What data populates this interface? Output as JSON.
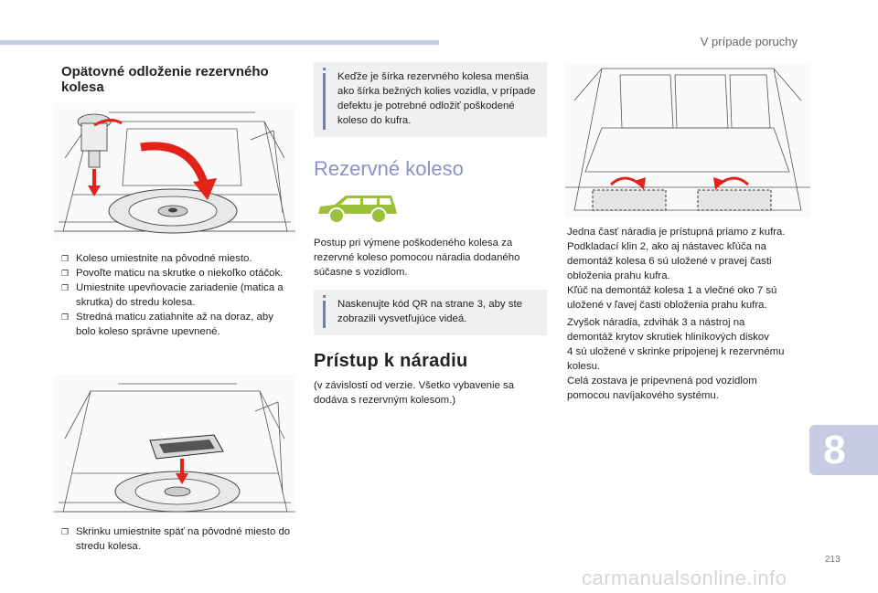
{
  "header": {
    "title": "V prípade poruchy"
  },
  "left": {
    "heading": "Opätovné odloženie rezervného kolesa",
    "bullets1": [
      "Koleso umiestnite na pôvodné miesto.",
      "Povoľte maticu na skrutke o niekoľko otáčok.",
      "Umiestnite upevňovacie zariadenie (matica a skrutka) do stredu kolesa.",
      "Stredná maticu zatiahnite až na doraz, aby bolo koleso správne upevnené."
    ],
    "bullets2": [
      "Skrinku umiestnite späť na pôvodné miesto do stredu kolesa."
    ],
    "bullet_marker": "❒"
  },
  "middle": {
    "note1": "Keďže je šírka rezervného kolesa menšia ako šírka bežných kolies vozidla, v prípade defektu je potrebné odložiť poškodené koleso do kufra.",
    "heading1": "Rezervné koleso",
    "para1": "Postup pri výmene poškodeného kolesa za rezervné koleso pomocou náradia dodaného súčasne s vozidlom.",
    "note2": "Naskenujte kód QR na strane 3, aby ste zobrazili vysvetľujúce videá.",
    "heading2": "Prístup k náradiu",
    "para2": "(v závislosti od verzie. Všetko vybavenie sa dodáva s rezervným kolesom.)"
  },
  "right": {
    "p1_lines": [
      "Jedna časť náradia je prístupná priamo z kufra.",
      "Podkladací klin 2, ako aj nástavec kľúča na",
      "demontáž kolesa 6 sú uložené v pravej časti",
      "obloženia prahu kufra.",
      "Kľúč na demontáž kolesa 1 a vlečné oko 7 sú",
      "uložené v ľavej časti obloženia prahu kufra."
    ],
    "p2_lines": [
      "Zvyšok náradia, zdvihák 3 a nástroj na",
      "demontáž krytov skrutiek hliníkových diskov",
      "4 sú uložené v skrinke pripojenej k rezervnému",
      "kolesu.",
      "Celá zostava je pripevnená pod vozidlom",
      "pomocou navíjakového systému."
    ]
  },
  "chapter_number": "8",
  "page_number": "213",
  "watermark": "carmanualsonline.info",
  "colors": {
    "accent": "#c7cce3",
    "note_bar": "#6f7bc2",
    "arrow_red": "#e2231a",
    "car_green": "#9bc13c"
  }
}
